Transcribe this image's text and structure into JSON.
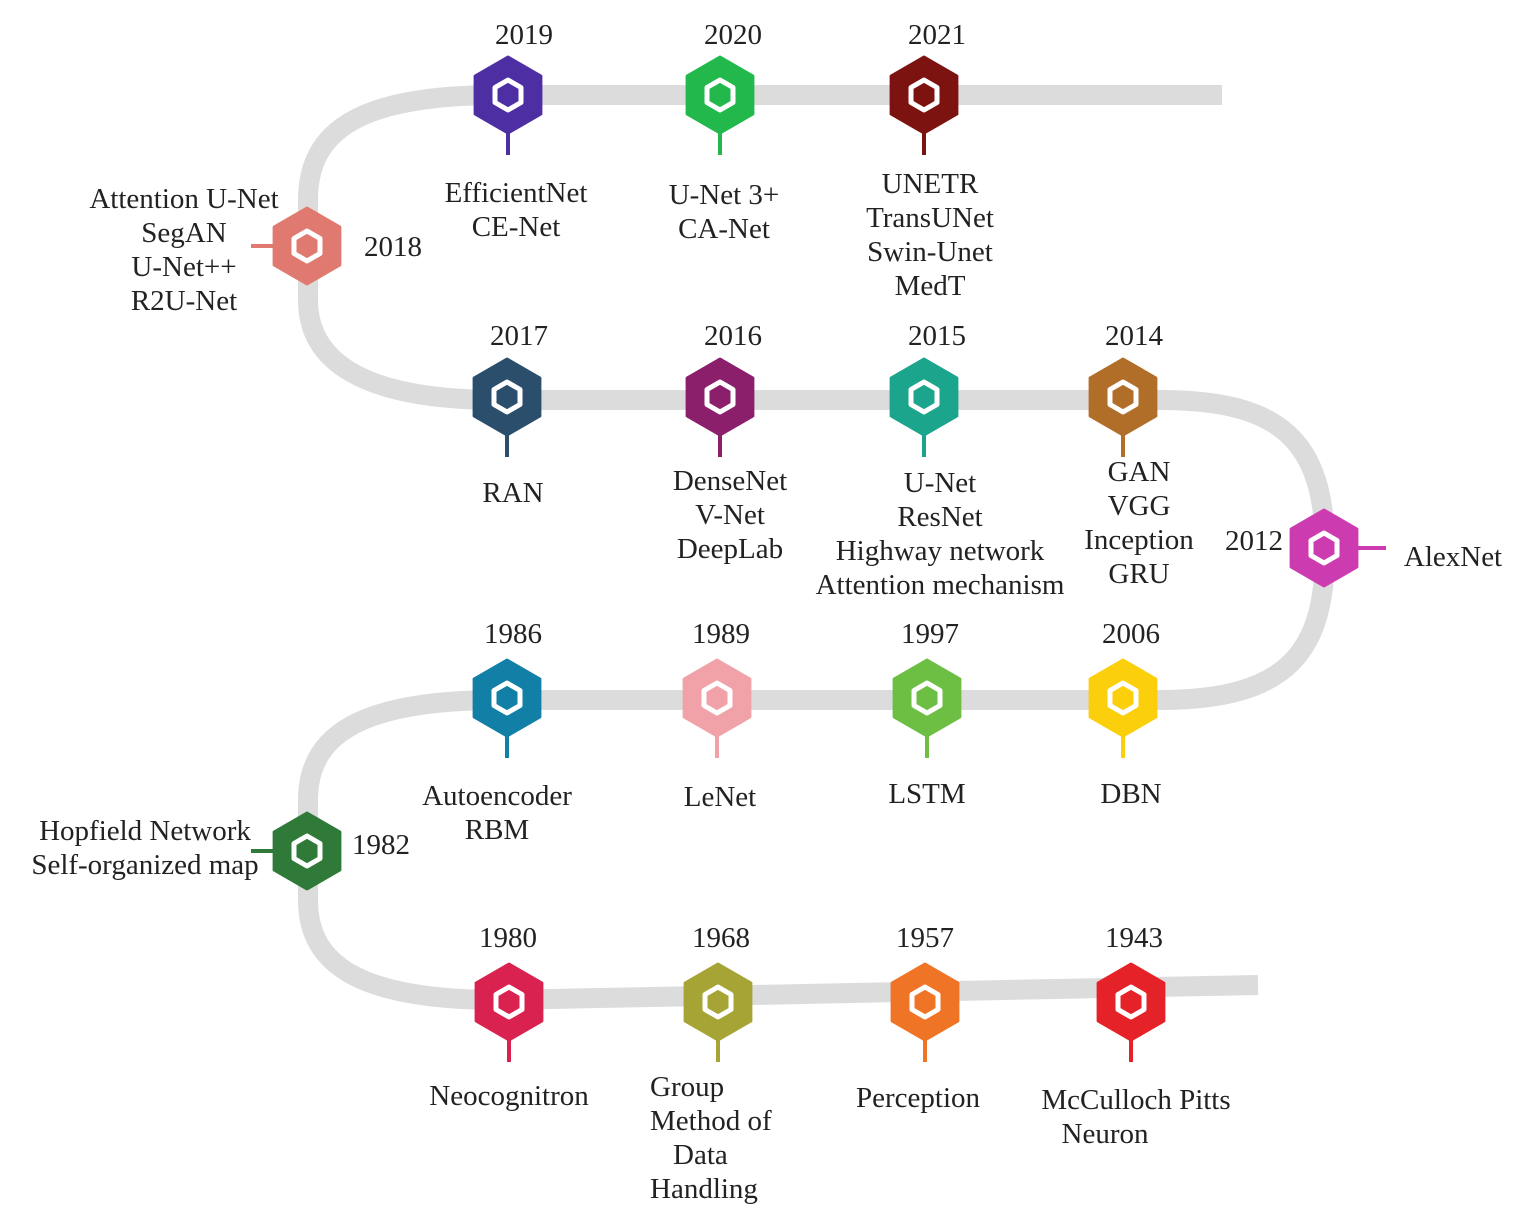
{
  "milestones": [
    {
      "id": "1943",
      "year": "1943",
      "color": "#e52228",
      "models": [
        "McCulloch Pitts",
        "Neuron"
      ]
    },
    {
      "id": "1957",
      "year": "1957",
      "color": "#ef7425",
      "models": [
        "Perception"
      ]
    },
    {
      "id": "1968",
      "year": "1968",
      "color": "#a7a436",
      "models": [
        "Group",
        "Method of",
        "Data",
        "Handling"
      ]
    },
    {
      "id": "1980",
      "year": "1980",
      "color": "#d9224f",
      "models": [
        "Neocognitron"
      ]
    },
    {
      "id": "1982",
      "year": "1982",
      "color": "#2f7a38",
      "models": [
        "Hopfield Network",
        "Self-organized map"
      ]
    },
    {
      "id": "1986",
      "year": "1986",
      "color": "#127fa6",
      "models": [
        "Autoencoder",
        "RBM"
      ]
    },
    {
      "id": "1989",
      "year": "1989",
      "color": "#f1a2a9",
      "models": [
        "LeNet"
      ]
    },
    {
      "id": "1997",
      "year": "1997",
      "color": "#6dbf44",
      "models": [
        "LSTM"
      ]
    },
    {
      "id": "2006",
      "year": "2006",
      "color": "#fbcf0b",
      "models": [
        "DBN"
      ]
    },
    {
      "id": "2012",
      "year": "2012",
      "color": "#cd3bb0",
      "models": [
        "AlexNet"
      ]
    },
    {
      "id": "2014",
      "year": "2014",
      "color": "#b06e28",
      "models": [
        "GAN",
        "VGG",
        "Inception",
        "GRU"
      ]
    },
    {
      "id": "2015",
      "year": "2015",
      "color": "#1ba58d",
      "models": [
        "U-Net",
        "ResNet",
        "Highway network",
        "Attention mechanism"
      ]
    },
    {
      "id": "2016",
      "year": "2016",
      "color": "#8c1f6c",
      "models": [
        "DenseNet",
        "V-Net",
        "DeepLab"
      ]
    },
    {
      "id": "2017",
      "year": "2017",
      "color": "#2a4e6b",
      "models": [
        "RAN"
      ]
    },
    {
      "id": "2018",
      "year": "2018",
      "color": "#e07a70",
      "models": [
        "Attention U-Net",
        "SegAN",
        "U-Net++",
        "R2U-Net"
      ]
    },
    {
      "id": "2019",
      "year": "2019",
      "color": "#4d2ea3",
      "models": [
        "EfficientNet",
        "CE-Net"
      ]
    },
    {
      "id": "2020",
      "year": "2020",
      "color": "#22b84b",
      "models": [
        "U-Net 3+",
        "CA-Net"
      ]
    },
    {
      "id": "2021",
      "year": "2021",
      "color": "#7c1311",
      "models": [
        "UNETR",
        "TransUNet",
        "Swin-Unet",
        "MedT"
      ]
    }
  ],
  "track_color": "#dcdcdc"
}
